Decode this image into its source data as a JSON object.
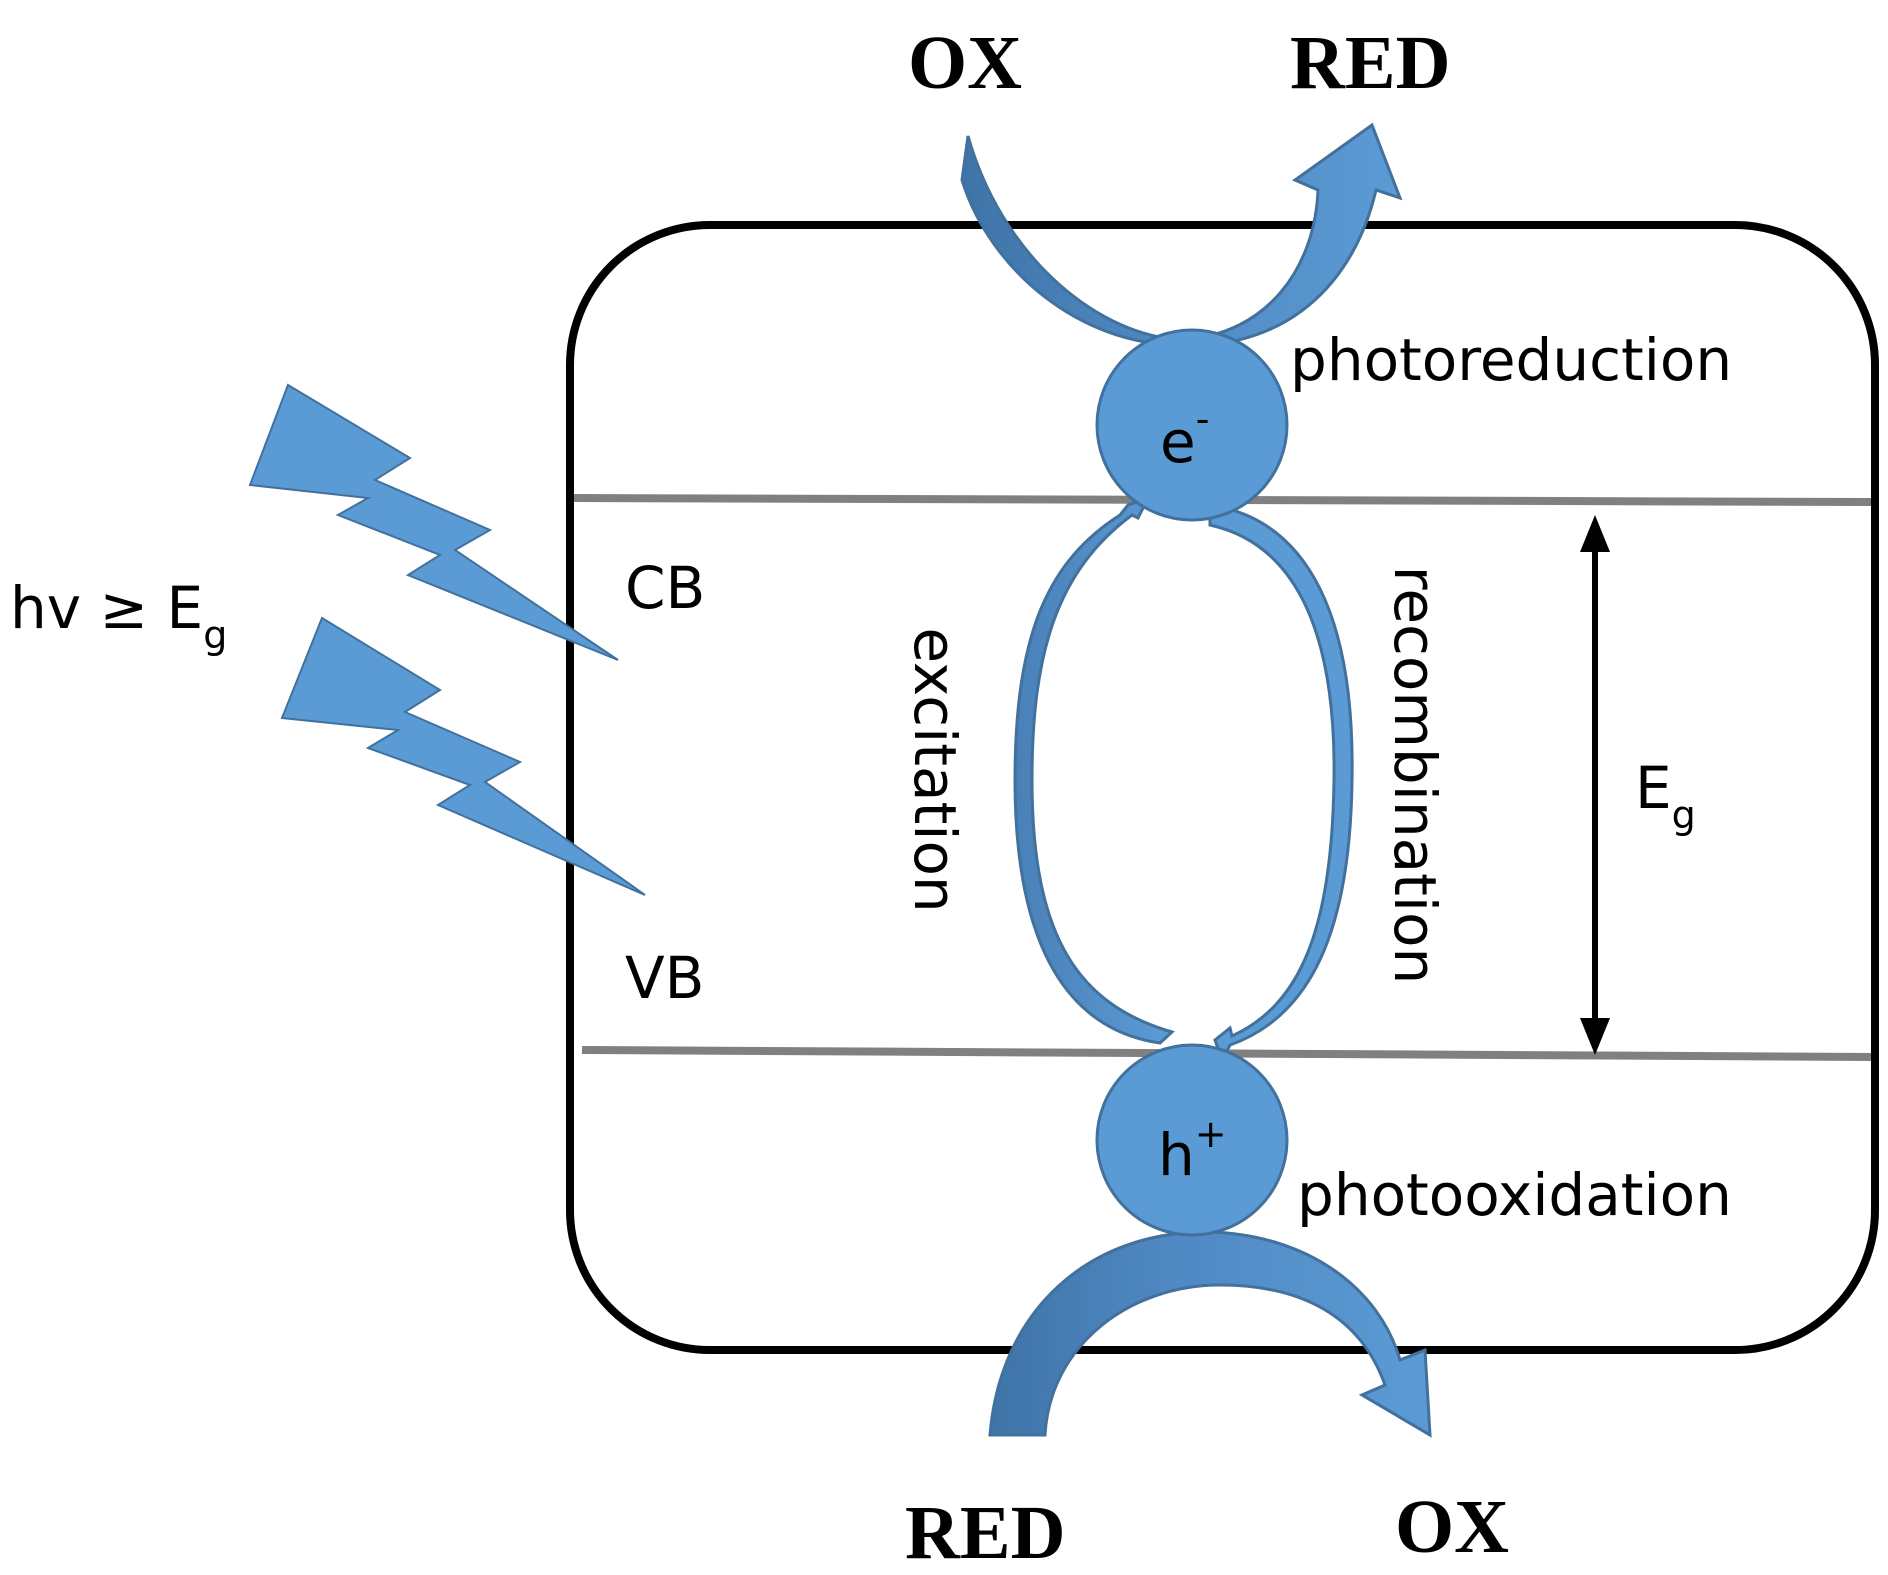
{
  "top_labels": {
    "reactant": "OX",
    "product": "RED"
  },
  "bottom_labels": {
    "reactant": "RED",
    "product": "OX"
  },
  "light": {
    "text_main": "hv ≥ E",
    "text_sub": "g"
  },
  "bands": {
    "conduction": "CB",
    "valence": "VB"
  },
  "carriers": {
    "electron_symbol": "e",
    "electron_charge": "-",
    "hole_symbol": "h",
    "hole_charge": "+"
  },
  "processes": {
    "reduction": "photoreduction",
    "oxidation": "photooxidation",
    "excitation": "excitation",
    "recombination": "recombination"
  },
  "gap": {
    "symbol": "E",
    "sub": "g"
  },
  "colors": {
    "arrow_fill": "#5B9BD5",
    "arrow_stroke": "#41719C",
    "band_line": "#808080",
    "frame": "#000000"
  }
}
